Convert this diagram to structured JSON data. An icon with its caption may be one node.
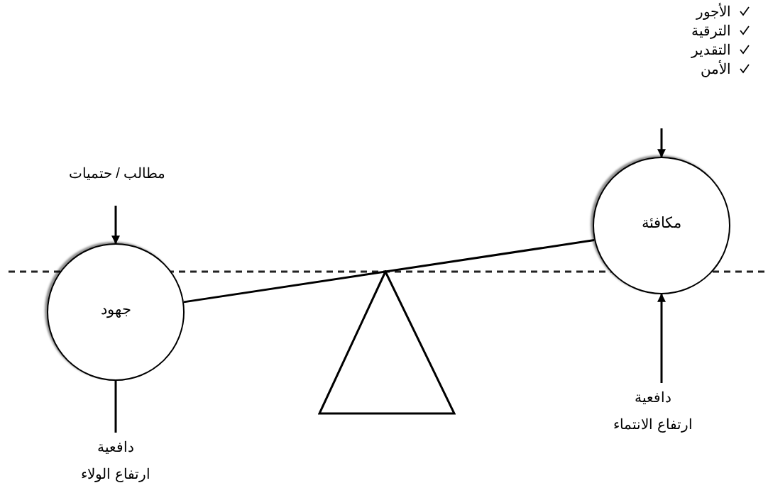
{
  "diagram": {
    "nodes": [
      {
        "text": [
          "الأجور",
          "الترقية",
          "التقدير",
          "الأمن"
        ]
      },
      {
        "text": [
          "مطالب / حتميات"
        ]
      },
      {
        "text": [
          "مكافئة"
        ]
      },
      {
        "text": [
          "جهود"
        ]
      },
      {
        "text": [
          "دافعية",
          "ارتفاع الانتماء"
        ]
      },
      {
        "text": [
          "دافعية",
          "ارتفاع الولاء"
        ]
      },
      {
        "text": [],
        "shape": "triangle"
      }
    ],
    "edges": [
      {
        "from": null,
        "to": 2,
        "arrow": "to"
      },
      {
        "from": 1,
        "to": 3,
        "arrow": "to"
      },
      {
        "from": 3,
        "to": 2,
        "arrow": "none"
      },
      {
        "from": 5,
        "to": 3,
        "arrow": "none"
      },
      {
        "from": 4,
        "to": 2,
        "arrow": "to"
      }
    ]
  }
}
